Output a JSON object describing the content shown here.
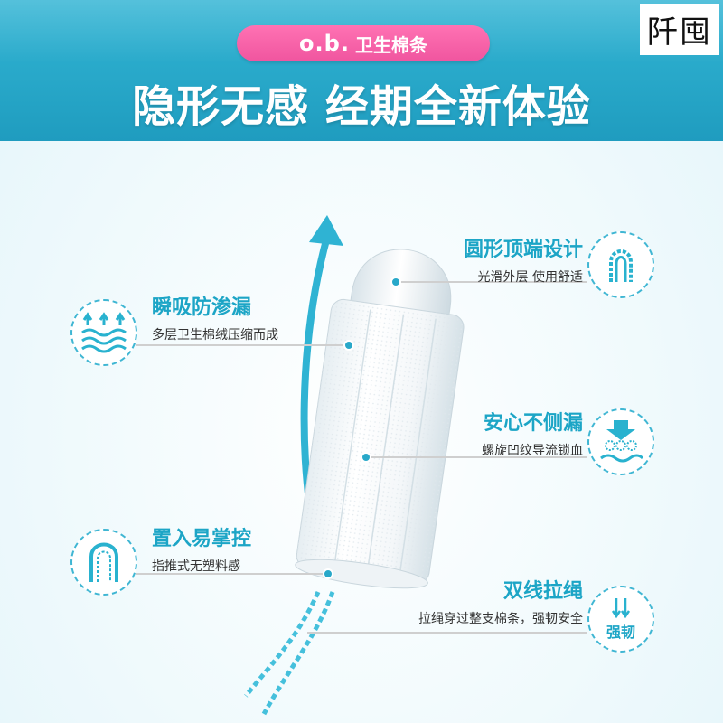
{
  "corner_stamp": "阡囤",
  "brand": {
    "logo": "o.b.",
    "name": "卫生棉条"
  },
  "headline": "隐形无感  经期全新体验",
  "features": {
    "top_right": {
      "title": "圆形顶端设计",
      "subtitle": "光滑外层 使用舒适",
      "icon": "tampon-loop-icon"
    },
    "left_upper": {
      "title": "瞬吸防渗漏",
      "subtitle": "多层卫生棉绒压缩而成",
      "icon": "absorb-waves-icon"
    },
    "right_middle": {
      "title": "安心不侧漏",
      "subtitle": "螺旋凹纹导流锁血",
      "icon": "spiral-groove-icon"
    },
    "left_lower": {
      "title": "置入易掌控",
      "subtitle": "指推式无塑料感",
      "icon": "finger-push-icon"
    },
    "bottom_right": {
      "title": "双线拉绳",
      "subtitle": "拉绳穿过整支棉条，强韧安全",
      "icon": "double-string-icon",
      "badge": "强韧"
    }
  },
  "colors": {
    "brand_blue": "#28a8c9",
    "brand_pink": "#f0559f",
    "accent_text": "#1ca5c6"
  }
}
